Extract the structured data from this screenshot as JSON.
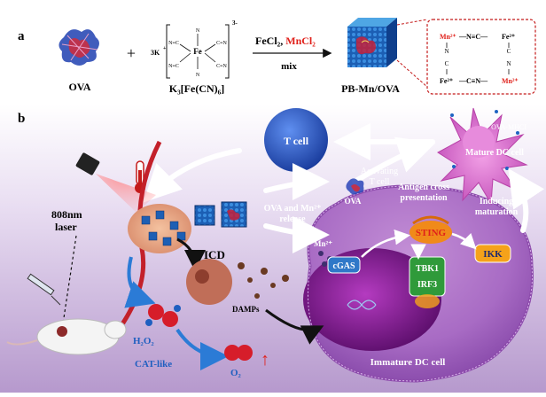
{
  "panel_a": {
    "label": "a",
    "ova_label": "OVA",
    "plus": "+",
    "k3_prefix": "3K",
    "k3_prefix_sup": "+",
    "k3_charge": "3-",
    "k3_formula": "K₃[Fe(CN)₆]",
    "complex_fe": "Fe",
    "complex_ligands": [
      "N≡C",
      "C≡N",
      "N≡C",
      "C≡N",
      "N",
      "N",
      "C",
      "C"
    ],
    "reagent_fecl2": "FeCl₂, ",
    "reagent_mncl2": "MnCl₂",
    "reagent_mix": "mix",
    "product_label": "PB-Mn/OVA",
    "lattice": {
      "mn_top": "Mn²⁺",
      "fe_top": "Fe²⁺",
      "fe_bottom": "Fe²⁺",
      "mn_bottom": "Mn²⁺",
      "bond_top": "—N≡C—",
      "bond_bottom": "—C≡N—",
      "vert_left_1": "N",
      "vert_left_2": "C",
      "vert_right_1": "C",
      "vert_right_2": "N",
      "triple": "≡"
    }
  },
  "panel_b": {
    "label": "b",
    "laser_label_1": "808nm",
    "laser_label_2": "laser",
    "t_cell": "T cell",
    "activating_1": "Activating",
    "activating_2": "T cell",
    "mature_dc": "Mature DC cell",
    "ova_mhc": "OVA-MHCI",
    "ova_small": "OVA",
    "release_1": "OVA and Mn²⁺",
    "release_2": "release",
    "cross_1": "Antigen cross",
    "cross_2": "presentation",
    "inducing_1": "Inducing",
    "inducing_2": "maturation",
    "icd": "ICD",
    "damps": "DAMPs",
    "mn_ion": "Mn²⁺",
    "cgas": "cGAS",
    "sting": "STING",
    "ikk": "IKK",
    "tbk1": "TBK1",
    "irf3": "IRF3",
    "h2o2": "H₂O₂",
    "cat_like": "CAT-like",
    "o2": "O₂",
    "o2_arrow": "↑",
    "immature_dc": "Immature DC cell"
  },
  "colors": {
    "red_text": "#e0201a",
    "sting_orange": "#f08a1a",
    "ikk_orange": "#f5a21a",
    "tbk_green": "#2f9a3a",
    "cgas_blue": "#2f78c8",
    "tcell_blue": "#2a5fc6",
    "nucleus_purple": "#7a1a8a",
    "background_purple": "#c9b3da"
  }
}
